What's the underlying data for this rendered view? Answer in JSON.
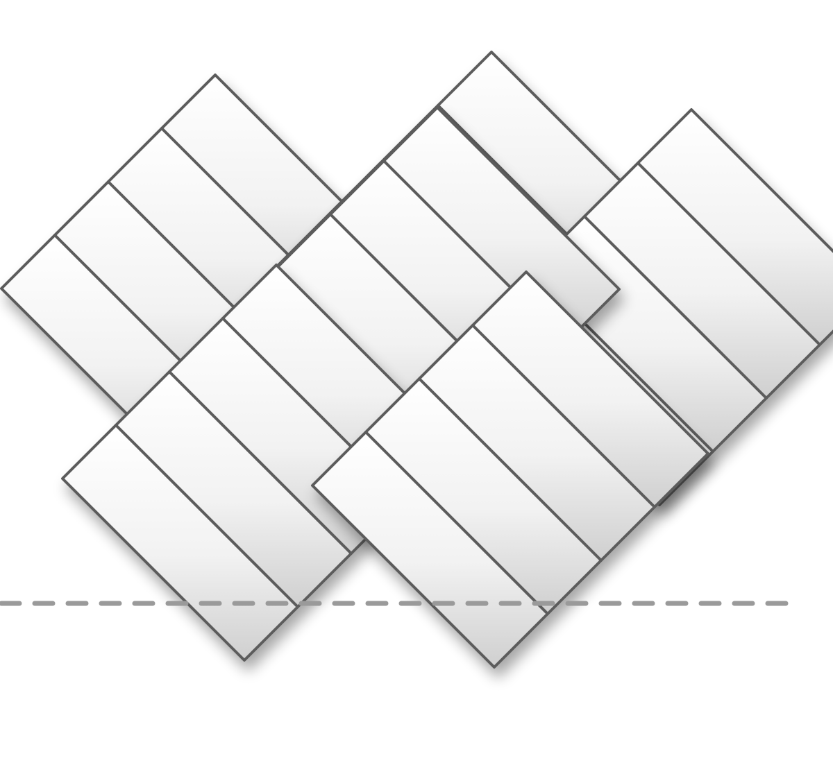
{
  "diagram": {
    "kind": "basketweave-tile-pattern",
    "blocks": [
      {
        "name": "tile-block-top-left",
        "orientation": "down-right",
        "planks": 4
      },
      {
        "name": "tile-block-top-right",
        "orientation": "down-right",
        "planks": 4
      },
      {
        "name": "tile-block-center",
        "orientation": "down-left",
        "planks": 4
      },
      {
        "name": "tile-block-right",
        "orientation": "down-right",
        "planks": 4
      },
      {
        "name": "tile-block-lower-left",
        "orientation": "down-right",
        "planks": 4
      },
      {
        "name": "tile-block-lower-right",
        "orientation": "down-right",
        "planks": 4
      }
    ],
    "reference_line": {
      "style": "dashed",
      "color": "#9a9a9a"
    },
    "colors": {
      "tile_fill_top": "#ffffff",
      "tile_fill_bottom": "#d6d6d6",
      "grout": "#5c5c5c",
      "shadow": "#bdbdbd"
    }
  }
}
